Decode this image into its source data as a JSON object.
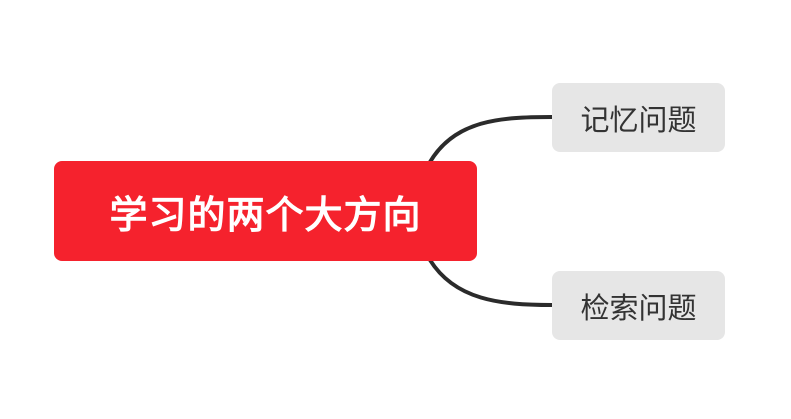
{
  "mindmap": {
    "root": {
      "label": "学习的两个大方向"
    },
    "children": [
      {
        "label": "记忆问题"
      },
      {
        "label": "检索问题"
      }
    ]
  },
  "colors": {
    "root_fill": "#f5222d",
    "root_text": "#ffffff",
    "child_fill": "#e6e6e6",
    "child_text": "#333333",
    "connector": "#2b2b2b"
  }
}
